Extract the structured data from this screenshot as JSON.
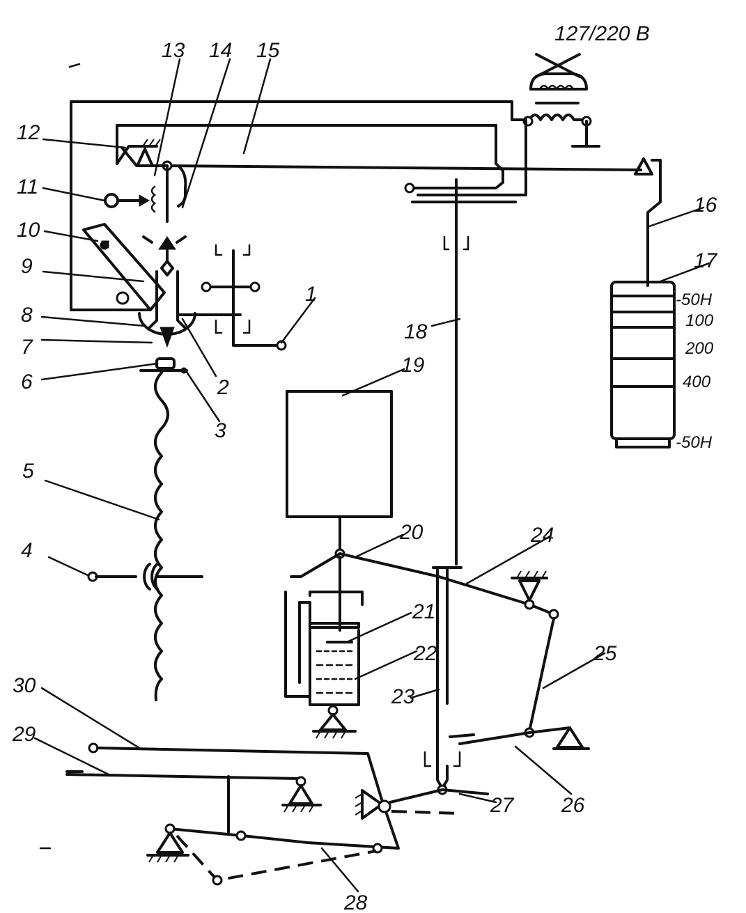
{
  "labels": {
    "n1": "1",
    "n2": "2",
    "n3": "3",
    "n4": "4",
    "n5": "5",
    "n6": "6",
    "n7": "7",
    "n8": "8",
    "n9": "9",
    "n10": "10",
    "n11": "11",
    "n12": "12",
    "n13": "13",
    "n14": "14",
    "n15": "15",
    "n16": "16",
    "n17": "17",
    "n18": "18",
    "n19": "19",
    "n20": "20",
    "n21": "21",
    "n22": "22",
    "n23": "23",
    "n24": "24",
    "n25": "25",
    "n26": "26",
    "n27": "27",
    "n28": "28",
    "n29": "29",
    "n30": "30"
  },
  "supply": "127/220 В",
  "weights": {
    "w1": "-50Н",
    "w2": "100",
    "w3": "200",
    "w4": "400",
    "w5": "-50Н"
  }
}
